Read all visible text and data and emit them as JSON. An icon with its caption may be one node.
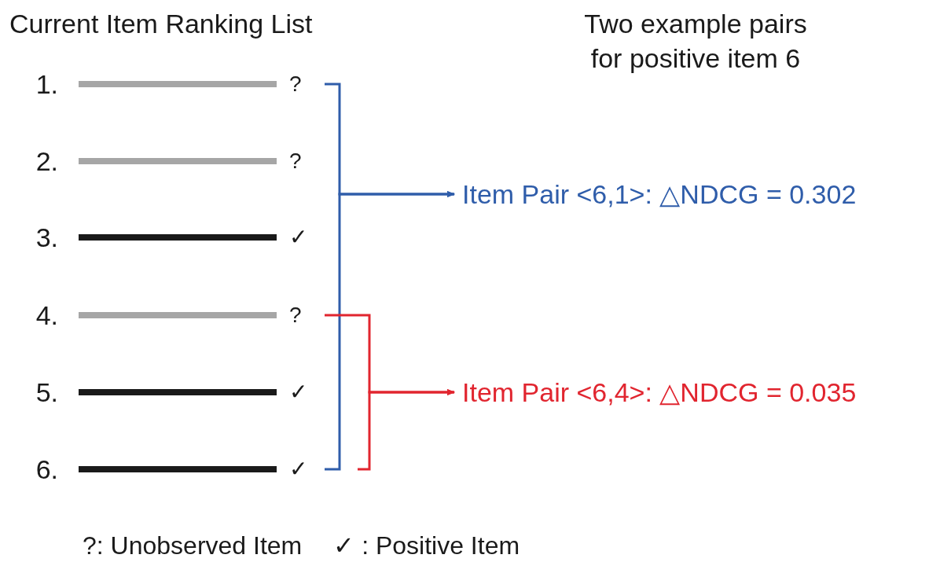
{
  "diagram": {
    "title": "Current Item Ranking List",
    "nodes": [
      {
        "text": [
          "1.",
          "?"
        ]
      },
      {
        "text": [
          "2.",
          "?"
        ]
      },
      {
        "text": [
          "3.",
          "✓"
        ]
      },
      {
        "text": [
          "4.",
          "?"
        ]
      },
      {
        "text": [
          "5.",
          "✓"
        ]
      },
      {
        "text": [
          "6.",
          "✓"
        ]
      },
      {
        "text": [
          "Item Pair <6,1>: △NDCG = 0.302"
        ]
      },
      {
        "text": [
          "Item Pair <6,4>: △NDCG = 0.035"
        ]
      }
    ],
    "edges": [
      {
        "from": 0,
        "to": 6,
        "arrow": "to",
        "color": "#2f5daa"
      },
      {
        "from": 5,
        "to": 6,
        "arrow": "to",
        "color": "#2f5daa"
      },
      {
        "from": 3,
        "to": 7,
        "arrow": "to",
        "color": "#e1252f"
      },
      {
        "from": 5,
        "to": 7,
        "arrow": "to",
        "color": "#e1252f"
      }
    ],
    "labels": [
      "Two example pairs for positive item 6",
      "?: Unobserved Item",
      "✓ : Positive Item"
    ]
  }
}
